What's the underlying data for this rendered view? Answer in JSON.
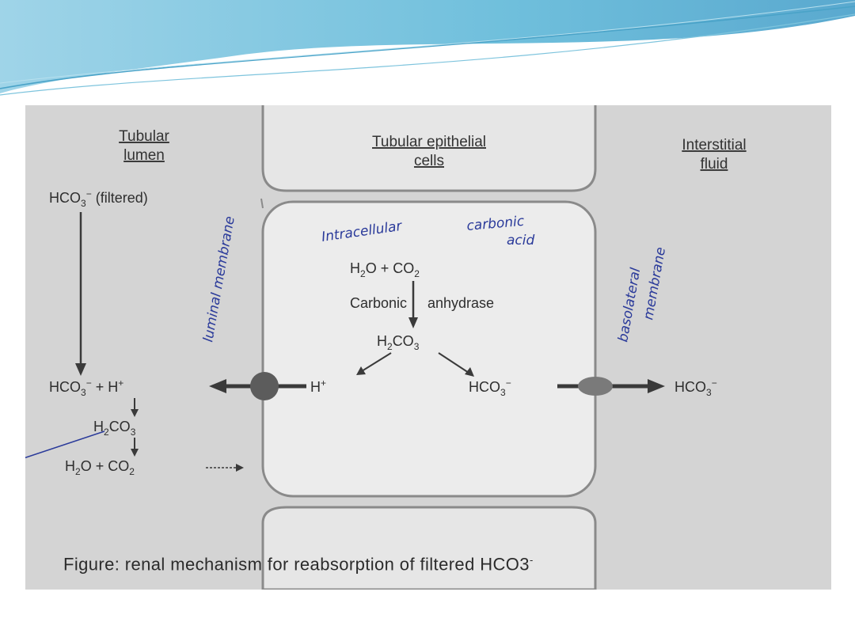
{
  "headers": {
    "lumen": [
      "Tubular",
      "lumen"
    ],
    "cells": [
      "Tubular epithelial",
      "cells"
    ],
    "interstitial": [
      "Interstitial",
      "fluid"
    ]
  },
  "labels": {
    "hco3_filtered": {
      "base": "HCO",
      "sub": "3",
      "sup": "−",
      "rest": " (filtered)"
    },
    "h2o_co2_cell": {
      "a": "H",
      "a_sub": "2",
      "b": "O + CO",
      "b_sub": "2"
    },
    "carbonic": "Carbonic",
    "anhydrase": "anhydrase",
    "h2co3_cell": {
      "a": "H",
      "a_sub": "2",
      "b": "CO",
      "b_sub": "3"
    },
    "h_plus_cell": {
      "base": "H",
      "sup": "+"
    },
    "hco3_cell": {
      "base": "HCO",
      "sub": "3",
      "sup": "−"
    },
    "hco3_interstitial": {
      "base": "HCO",
      "sub": "3",
      "sup": "−"
    },
    "hco3_h_lumen": {
      "a": "HCO",
      "a_sub": "3",
      "a_sup": "−",
      "b": " + H",
      "b_sup": "+"
    },
    "h2co3_lumen": {
      "a": "H",
      "a_sub": "2",
      "b": "CO",
      "b_sub": "3"
    },
    "h2o_co2_lumen": {
      "a": "H",
      "a_sub": "2",
      "b": "O + CO",
      "b_sub": "2"
    }
  },
  "handwriting": {
    "intracellular": "Intracellular",
    "carbonic_acid": "carbonic",
    "acid": "acid",
    "luminal": "luminal membrane",
    "basolateral": "basolateral",
    "membrane": "membrane"
  },
  "caption": "Figure: renal mechanism for reabsorption of filtered HCO3",
  "caption_sup": "-",
  "colors": {
    "banner_light": "#cfeaf4",
    "banner_dark": "#5fb6d6",
    "panel_bg": "#d4d4d4",
    "cell_bg": "#ececec",
    "ink": "#2e2e2e",
    "hand_ink": "#2a3a9a"
  }
}
